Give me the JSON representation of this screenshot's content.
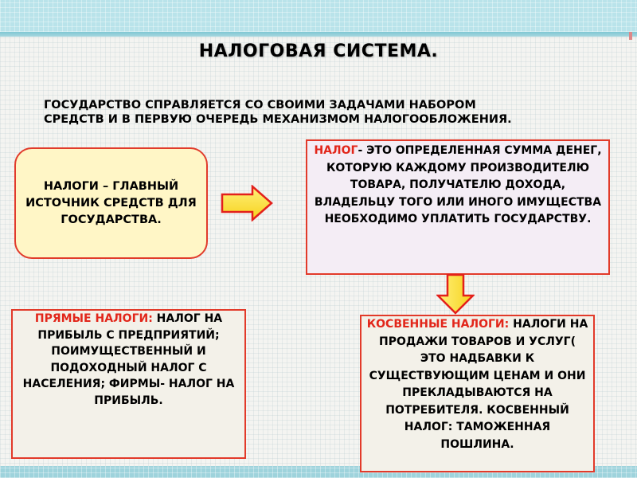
{
  "slide": {
    "title": "НАЛОГОВАЯ СИСТЕМА.",
    "intro": "ГОСУДАРСТВО СПРАВЛЯЕТСЯ СО СВОИМИ ЗАДАЧАМИ НАБОРОМ СРЕДСТВ И В ПЕРВУЮ ОЧЕРЕДЬ МЕХАНИЗМОМ НАЛОГООБЛОЖЕНИЯ.",
    "main_box": "НАЛОГИ – ГЛАВНЫЙ ИСТОЧНИК СРЕДСТВ ДЛЯ ГОСУДАРСТВА.",
    "definition": {
      "term": "НАЛОГ",
      "text": "- ЭТО ОПРЕДЕЛЕННАЯ СУММА ДЕНЕГ, КОТОРУЮ КАЖДОМУ ПРОИЗВОДИТЕЛЮ ТОВАРА, ПОЛУЧАТЕЛЮ ДОХОДА, ВЛАДЕЛЬЦУ ТОГО ИЛИ ИНОГО ИМУЩЕСТВА НЕОБХОДИМО УПЛАТИТЬ ГОСУДАРСТВУ."
    },
    "direct": {
      "term": "ПРЯМЫЕ НАЛОГИ:",
      "text": " НАЛОГ НА ПРИБЫЛЬ С ПРЕДПРИЯТИЙ; ПОИМУЩЕСТВЕННЫЙ И ПОДОХОДНЫЙ НАЛОГ С НАСЕЛЕНИЯ; ФИРМЫ- НАЛОГ НА ПРИБЫЛЬ."
    },
    "indirect": {
      "term": "КОСВЕННЫЕ НАЛОГИ:",
      "text": " НАЛОГИ НА ПРОДАЖИ ТОВАРОВ И УСЛУГ( ЭТО НАДБАВКИ К СУЩЕСТВУЮЩИМ ЦЕНАМ И ОНИ ПРЕКЛАДЫВАЮТСЯ НА ПОТРЕБИТЕЛЯ. КОСВЕННЫЙ НАЛОГ: ТАМОЖЕННАЯ ПОШЛИНА."
    }
  },
  "colors": {
    "accent_red": "#e2261a",
    "arrow_red": "#e3201b",
    "arrow_yellow": "#fbe23a",
    "header_teal": "#b9e3ea",
    "box_cream": "#fff6c6"
  },
  "icons": {
    "arrow_right": "arrow-right-icon",
    "arrow_down": "arrow-down-icon"
  }
}
